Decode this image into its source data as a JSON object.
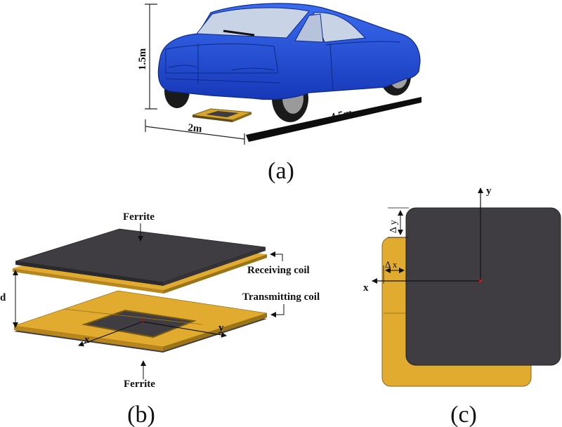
{
  "panel_a": {
    "caption": "(a)",
    "height_label": "1.5m",
    "width_label": "2m",
    "length_label": "4.5m",
    "colors": {
      "car_body": "#1f4fd6",
      "pad": "#d9a62c"
    }
  },
  "panel_b": {
    "caption": "(b)",
    "ferrite_top_label": "Ferrite",
    "receiving_coil_label": "Receiving coil",
    "transmitting_coil_label": "Transmitting coil",
    "ferrite_bottom_label": "Ferrite",
    "gap_label": "d",
    "axis_x_label": "x",
    "axis_y_label": "y",
    "colors": {
      "ferrite": "#3f3d42",
      "coil": "#e0ab2e"
    }
  },
  "panel_c": {
    "caption": "(c)",
    "axis_x_label": "x",
    "axis_y_label": "y",
    "delta_x_label": "Δ x",
    "delta_y_label": "Δ y",
    "colors": {
      "ferrite": "#3f3d42",
      "coil": "#e0ab2e"
    }
  }
}
